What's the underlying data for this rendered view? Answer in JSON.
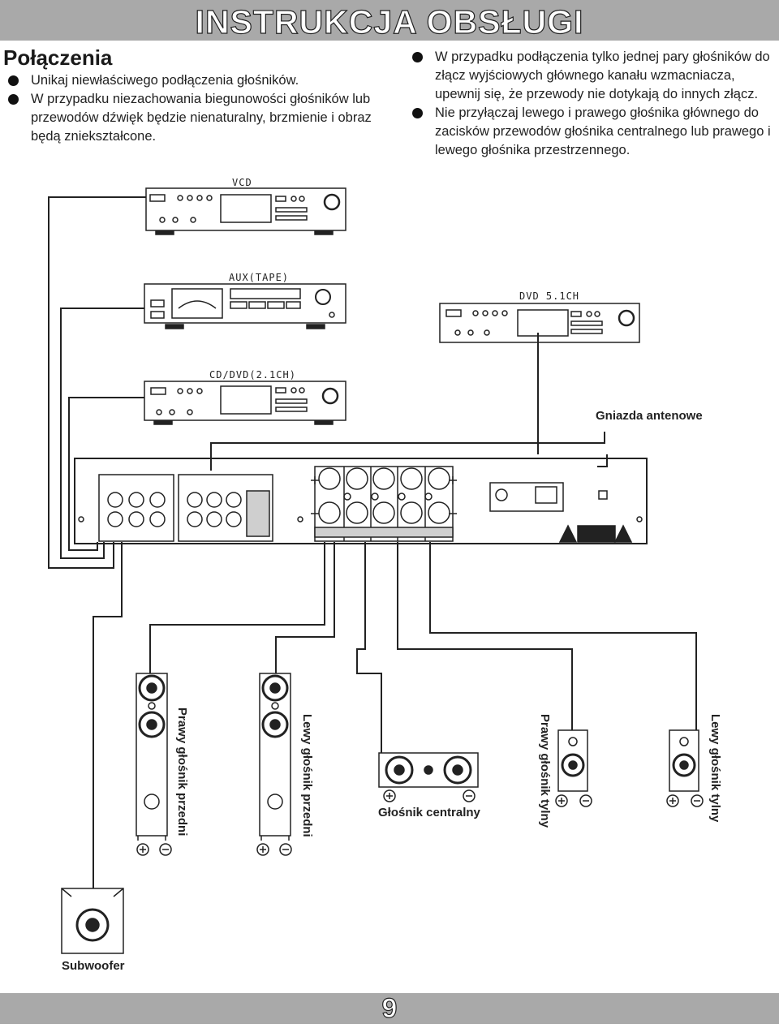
{
  "header": {
    "title": "INSTRUKCJA OBSŁUGI"
  },
  "section": {
    "title": "Połączenia"
  },
  "notes_left": [
    "Unikaj niewłaściwego podłączenia głośników.",
    "W przypadku niezachowania biegunowości głośników lub przewodów dźwięk będzie nienaturalny, brzmienie i obraz będą zniekształcone."
  ],
  "notes_right": [
    "W przypadku podłączenia tylko jednej pary głośników do złącz wyjściowych głównego kanału wzmacniacza, upewnij się, że przewody nie dotykają do innych złącz.",
    "Nie przyłączaj lewego i prawego głośnika głównego do zacisków przewodów głośnika centralnego lub prawego i lewego głośnika przestrzennego."
  ],
  "devices": {
    "vcd": "VCD",
    "aux": "AUX(TAPE)",
    "dvd51": "DVD 5.1CH",
    "cd_dvd": "CD/DVD(2.1CH)"
  },
  "labels": {
    "antenna_sockets": "Gniazda antenowe",
    "front_right": "Prawy głośnik przedni",
    "front_left": "Lewy głośnik przedni",
    "center": "Głośnik centralny",
    "rear_right": "Prawy głośnik tylny",
    "rear_left": "Lewy głośnik tylny",
    "subwoofer": "Subwoofer"
  },
  "footer": {
    "page_number": "9"
  }
}
